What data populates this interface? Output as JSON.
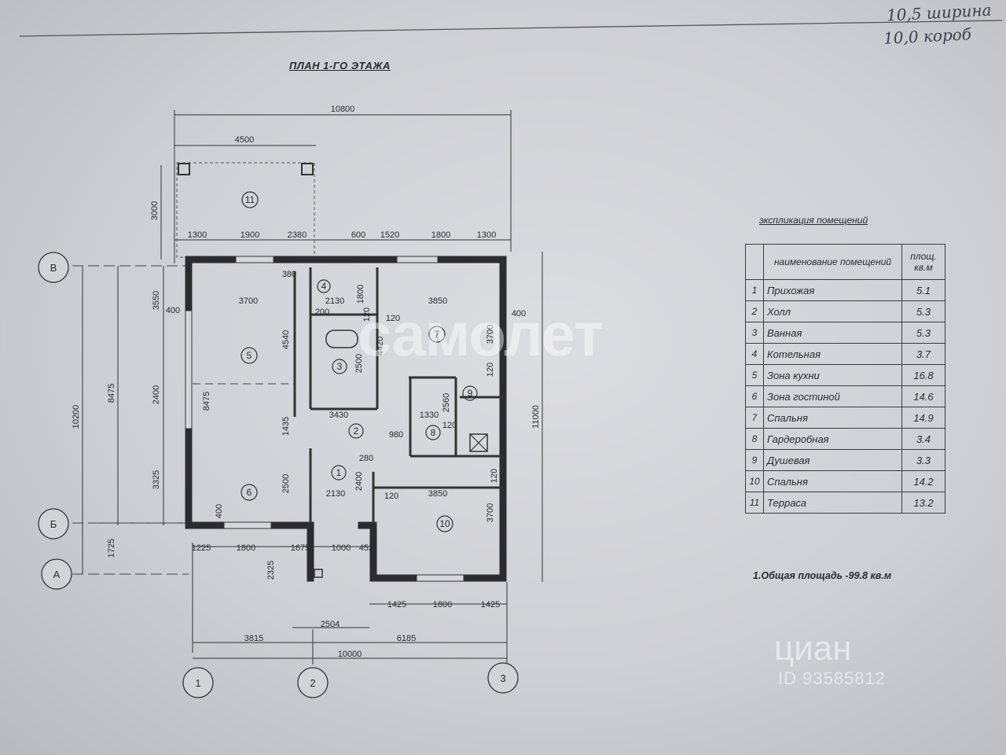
{
  "handwritten": {
    "line1": "10,5 ширина",
    "line2": "10,0 короб"
  },
  "title": "ПЛАН 1-ГО ЭТАЖА",
  "dimensions": {
    "overall_top": "10800",
    "terrace_width": "4500",
    "terrace_depth": "3000",
    "top_segments": [
      "1300",
      "1900",
      "2380",
      "600",
      "1520",
      "1800",
      "1300"
    ],
    "left_overall": "10200",
    "left_8475": "8475",
    "left_3550": "3550",
    "left_400a": "400",
    "left_2400": "2400",
    "left_3325": "3325",
    "left_1725": "1725",
    "left_2325": "2325",
    "right_overall": "11000",
    "right_400": "400",
    "right_3700a": "3700",
    "right_3700b": "3700",
    "right_120": "120",
    "bottom_3815": "3815",
    "bottom_6185": "6185",
    "bottom_10000": "10000",
    "bottom_2504": "2504",
    "bottom_segments_left": [
      "1225",
      "1800",
      "1675",
      "1000",
      "452"
    ],
    "bottom_segments_right": [
      "1425",
      "1800",
      "1425"
    ],
    "inner": [
      "3700",
      "2130",
      "1800",
      "3850",
      "4540",
      "8475",
      "1435",
      "2500",
      "2400",
      "2130",
      "3850",
      "2500",
      "3430",
      "1330",
      "2560",
      "980",
      "280",
      "380",
      "200",
      "120",
      "120",
      "120",
      "120",
      "120",
      "400",
      "4420"
    ]
  },
  "axes": {
    "rows": [
      "В",
      "Б",
      "А"
    ],
    "cols": [
      "1",
      "2",
      "3"
    ]
  },
  "rooms": [
    "1",
    "2",
    "3",
    "4",
    "5",
    "6",
    "7",
    "8",
    "9",
    "10",
    "11"
  ],
  "explication": {
    "title": "экспликация помещений",
    "header_name": "наименование помещений",
    "header_area": "площ. кв.м",
    "rows": [
      {
        "n": "1",
        "name": "Прихожая",
        "area": "5.1"
      },
      {
        "n": "2",
        "name": "Холл",
        "area": "5.3"
      },
      {
        "n": "3",
        "name": "Ванная",
        "area": "5.3"
      },
      {
        "n": "4",
        "name": "Котельная",
        "area": "3.7"
      },
      {
        "n": "5",
        "name": "Зона кухни",
        "area": "16.8"
      },
      {
        "n": "6",
        "name": "Зона гостиной",
        "area": "14.6"
      },
      {
        "n": "7",
        "name": "Спальня",
        "area": "14.9"
      },
      {
        "n": "8",
        "name": "Гардеробная",
        "area": "3.4"
      },
      {
        "n": "9",
        "name": "Душевая",
        "area": "3.3"
      },
      {
        "n": "10",
        "name": "Спальня",
        "area": "14.2"
      },
      {
        "n": "11",
        "name": "Терраса",
        "area": "13.2"
      }
    ]
  },
  "total_area": "1.Общая площадь -99.8 кв.м",
  "watermarks": {
    "samolet": "самолет",
    "cian": "циан",
    "cian_id": "ID 93585812"
  },
  "colors": {
    "paper": "#d4d5d9",
    "ink": "#2a2a2e"
  }
}
